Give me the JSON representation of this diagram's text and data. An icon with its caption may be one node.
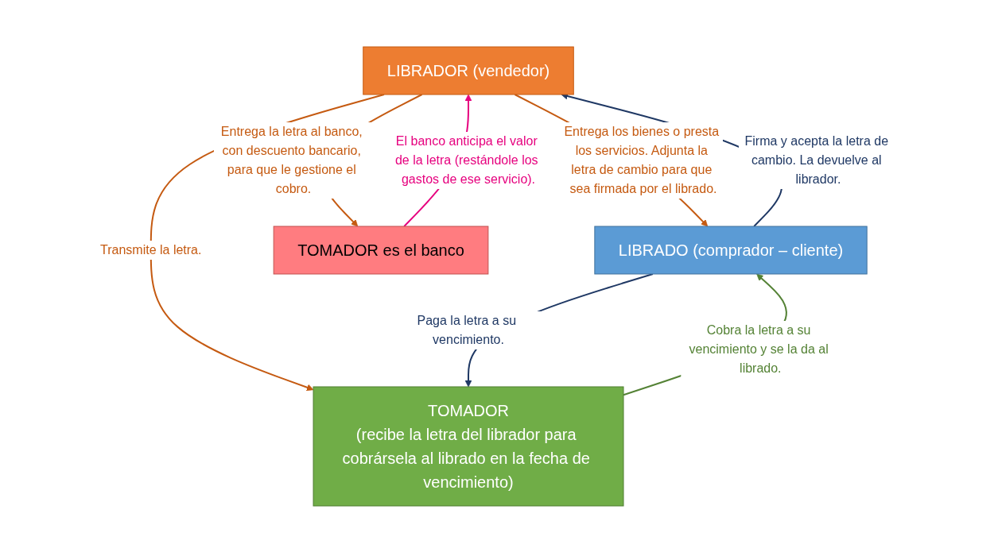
{
  "diagram": {
    "nodes": [
      {
        "text": [
          "LIBRADOR (vendedor)"
        ]
      },
      {
        "text": [
          "LIBRADO (comprador – cliente)"
        ]
      },
      {
        "text": [
          "TOMADOR",
          "(recibe la letra del librador para cobrársela al librado en la fecha de vencimiento)"
        ]
      },
      {
        "text": [
          "TOMADOR es el banco"
        ]
      }
    ],
    "edges": [
      {
        "from": 0,
        "to": 1,
        "arrow": "to",
        "label": "Entrega los bienes o presta los servicios. Adjunta la letra de cambio para que sea firmada por el librado.",
        "color": "#c55a11"
      },
      {
        "from": 1,
        "to": 0,
        "arrow": "to",
        "label": "Firma y acepta la letra de cambio. La devuelve al librador.",
        "color": "#1f3864"
      },
      {
        "from": 0,
        "to": 2,
        "arrow": "to",
        "label": "Transmite la letra.",
        "color": "#c55a11"
      },
      {
        "from": 2,
        "to": 1,
        "arrow": "to",
        "label": "Cobra la letra a su vencimiento y se la da al librado.",
        "color": "#548235"
      },
      {
        "from": 1,
        "to": 2,
        "arrow": "to",
        "label": "Paga la letra a su vencimiento.",
        "color": "#1f3864"
      },
      {
        "from": 0,
        "to": 3,
        "arrow": "to",
        "label": "Entrega la letra al banco, con descuento bancario, para que le gestione el cobro.",
        "color": "#c55a11"
      },
      {
        "from": 3,
        "to": 0,
        "arrow": "to",
        "label": "El banco anticipa el valor de la letra (restándole los gastos de ese servicio).",
        "color": "#e6007e"
      }
    ]
  }
}
